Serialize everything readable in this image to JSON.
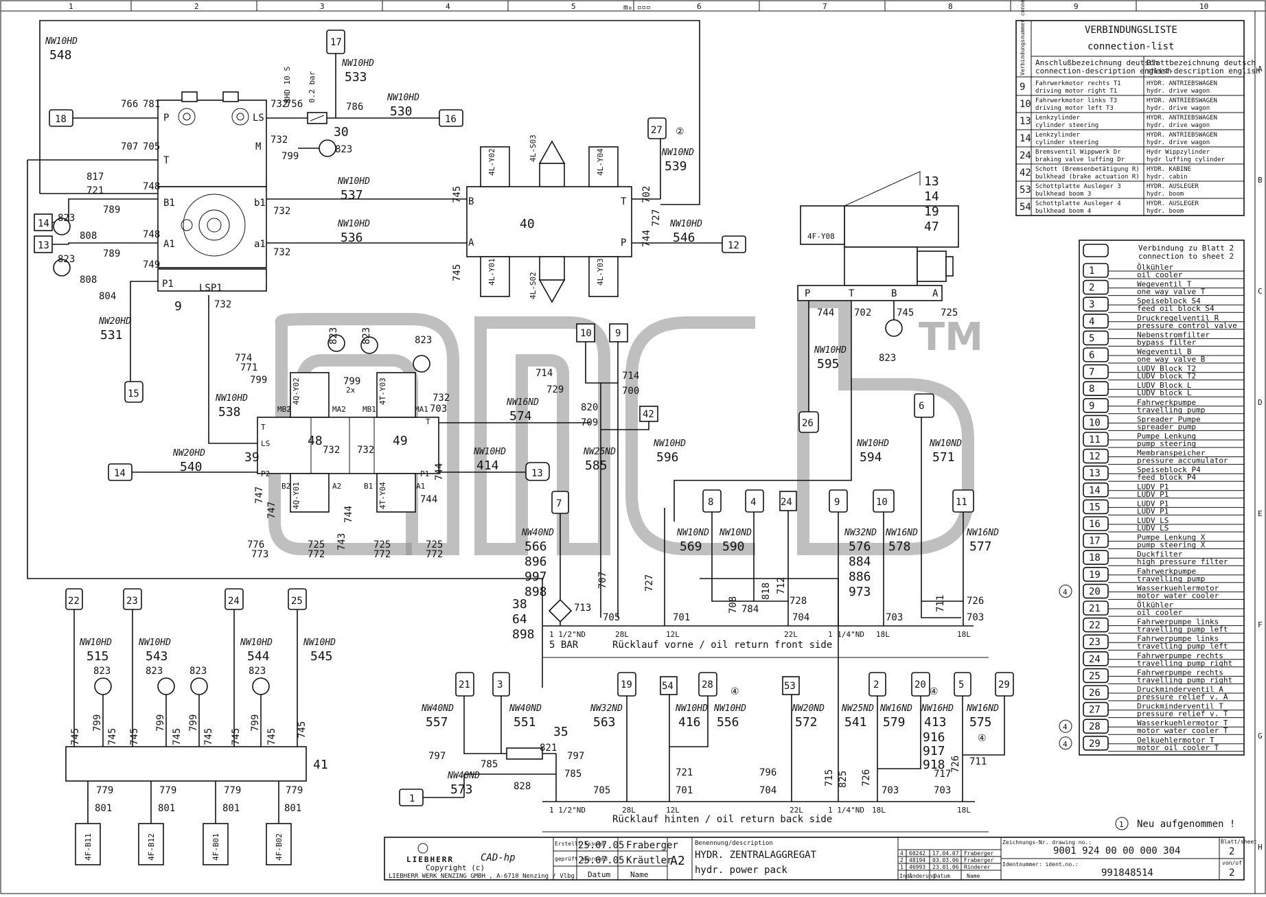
{
  "frame": {
    "columns": [
      "1",
      "2",
      "3",
      "4",
      "5",
      "6",
      "7",
      "8",
      "9",
      "10"
    ],
    "rows": [
      "A",
      "B",
      "C",
      "D",
      "E",
      "F",
      "G",
      "H"
    ]
  },
  "connection_list": {
    "title": "VERBINDUNGSLISTE",
    "subtitle": "connection-list",
    "side_header": "Verbindungsnummer connection-number",
    "col1_header": [
      "Anschlußbezeichnung deutsch",
      "connection-description english"
    ],
    "col2_header": [
      "Blattbezeichnung deutsch",
      "sheet-description english"
    ],
    "rows": [
      {
        "no": "9",
        "desc_de": "Fahrwerkmotor rechts T1",
        "desc_en": "driving motor right T1",
        "sheet_de": "HYDR. ANTRIEBSWAGEN",
        "sheet_en": "hydr. drive wagon"
      },
      {
        "no": "10",
        "desc_de": "Fahrwerkmotor links T3",
        "desc_en": "driving motor left T3",
        "sheet_de": "HYDR. ANTRIEBSWAGEN",
        "sheet_en": "hydr. drive wagon"
      },
      {
        "no": "13",
        "desc_de": "Lenkzylinder",
        "desc_en": "cylinder steering",
        "sheet_de": "HYDR. ANTRIEBSWAGEN",
        "sheet_en": "hydr. drive wagon"
      },
      {
        "no": "14",
        "desc_de": "Lenkzylinder",
        "desc_en": "cylinder steering",
        "sheet_de": "HYDR. ANTRIEBSWAGEN",
        "sheet_en": "hydr. drive wagon"
      },
      {
        "no": "24",
        "desc_de": "Bremsventil Wippwerk Dr",
        "desc_en": "braking valve luffing Dr",
        "sheet_de": "Hydr Wippzylinder",
        "sheet_en": "hydr luffing cylinder"
      },
      {
        "no": "42",
        "desc_de": "Schott (Bremsenbetätigung R)",
        "desc_en": "bulkhead (brake actuation R)",
        "sheet_de": "HYDR. KABINE",
        "sheet_en": "hydr. cabin"
      },
      {
        "no": "53",
        "desc_de": "Schottplatte Ausleger 3",
        "desc_en": "bulkhead boom 3",
        "sheet_de": "HYDR. AUSLEGER",
        "sheet_en": "hydr. boom"
      },
      {
        "no": "54",
        "desc_de": "Schottplatte Ausleger 4",
        "desc_en": "bulkhead boom 4",
        "sheet_de": "HYDR. AUSLEGER",
        "sheet_en": "hydr. boom"
      }
    ]
  },
  "legend": {
    "header_de": "Verbindung zu Blatt 2",
    "header_en": "connection to sheet 2",
    "items": [
      {
        "no": "1",
        "de": "Ölkühler",
        "en": "oil cooler",
        "mark": ""
      },
      {
        "no": "2",
        "de": "Wegeventil T",
        "en": "one way valve T",
        "mark": ""
      },
      {
        "no": "3",
        "de": "Speiseblock S4",
        "en": "feed oil block S4",
        "mark": ""
      },
      {
        "no": "4",
        "de": "Druckregelventil R",
        "en": "pressure control valve",
        "mark": ""
      },
      {
        "no": "5",
        "de": "Nebenstromfilter",
        "en": "bypass filter",
        "mark": ""
      },
      {
        "no": "6",
        "de": "Wegeventil B",
        "en": "one way valve B",
        "mark": ""
      },
      {
        "no": "7",
        "de": "LUDV Block T2",
        "en": "LUDV block T2",
        "mark": ""
      },
      {
        "no": "8",
        "de": "LUDV Block L",
        "en": "LUDV block L",
        "mark": ""
      },
      {
        "no": "9",
        "de": "Fahrwerkpumpe",
        "en": "travelling pump",
        "mark": ""
      },
      {
        "no": "10",
        "de": "Spreader Pumpe",
        "en": "spreader pump",
        "mark": ""
      },
      {
        "no": "11",
        "de": "Pumpe Lenkung",
        "en": "pump steering",
        "mark": ""
      },
      {
        "no": "12",
        "de": "Membranspeicher",
        "en": "pressure accumulator",
        "mark": ""
      },
      {
        "no": "13",
        "de": "Speiseblock P4",
        "en": "feed block P4",
        "mark": ""
      },
      {
        "no": "14",
        "de": "LUDV P1",
        "en": "LUDV P1",
        "mark": ""
      },
      {
        "no": "15",
        "de": "LUDV P1",
        "en": "LUDV P1",
        "mark": ""
      },
      {
        "no": "16",
        "de": "LUDV LS",
        "en": "LUDV LS",
        "mark": ""
      },
      {
        "no": "17",
        "de": "Pumpe Lenkung X",
        "en": "pump steering X",
        "mark": ""
      },
      {
        "no": "18",
        "de": "Duckfilter",
        "en": "high pressure filter",
        "mark": ""
      },
      {
        "no": "19",
        "de": "Fahrwerkpumpe",
        "en": "travelling pump",
        "mark": ""
      },
      {
        "no": "20",
        "de": "Wasserkuehlermotor",
        "en": "motor water cooler",
        "mark": "4"
      },
      {
        "no": "21",
        "de": "Ölkühler",
        "en": "oil cooler",
        "mark": ""
      },
      {
        "no": "22",
        "de": "Fahrwerpumpe links",
        "en": "travelling pump left",
        "mark": ""
      },
      {
        "no": "23",
        "de": "Fahrwerpumpe links",
        "en": "travelling pump left",
        "mark": ""
      },
      {
        "no": "24",
        "de": "Fahrwerpumpe rechts",
        "en": "travelling pump right",
        "mark": ""
      },
      {
        "no": "25",
        "de": "Fahrwerpumpe rechts",
        "en": "travelling pump right",
        "mark": ""
      },
      {
        "no": "26",
        "de": "Druckminderventil A",
        "en": "pressure relief v. A",
        "mark": ""
      },
      {
        "no": "27",
        "de": "Druckminderventil T",
        "en": "pressure relief v. T",
        "mark": ""
      },
      {
        "no": "28",
        "de": "Wasserkuehlermotor T",
        "en": "motor water cooler T",
        "mark": "4"
      },
      {
        "no": "29",
        "de": "Oelkuehlermotor T",
        "en": "motor oil cooler T",
        "mark": "4"
      }
    ],
    "note_mark": "1",
    "note": "Neu aufgenommen !"
  },
  "return_lines": {
    "front": "Rücklauf vorne / oil return front side",
    "back": "Rücklauf hinten / oil return back side",
    "front_pressure": "5 BAR"
  },
  "pipe_labels": {
    "p548": "NW10HD",
    "n548": "548",
    "p533": "NW10HD",
    "n533": "533",
    "p530": "NW10HD",
    "n530": "530",
    "p539": "NW10ND",
    "n539": "539",
    "p537": "NW10HD",
    "n537": "537",
    "p536": "NW10HD",
    "n536": "536",
    "p546": "NW10HD",
    "n546": "546",
    "p531": "NW20HD",
    "n531": "531",
    "p538": "NW10HD",
    "n538": "538",
    "p540": "NW20HD",
    "n540": "540",
    "p574": "NW16ND",
    "n574": "574",
    "p414": "NW10HD",
    "n414": "414",
    "p585": "NW25ND",
    "n585": "585",
    "p596": "NW10HD",
    "n596": "596",
    "p595": "NW10HD",
    "n595": "595",
    "p594": "NW10HD",
    "n594": "594",
    "p571": "NW10ND",
    "n571": "571",
    "p566": "NW40ND",
    "n566": "566",
    "p569": "NW10ND",
    "n569": "569",
    "p590": "NW10ND",
    "n590": "590",
    "p576": "NW32ND",
    "n576": "576",
    "p578": "NW16ND",
    "n578": "578",
    "p577": "NW16ND",
    "n577": "577",
    "p515": "NW10HD",
    "n515": "515",
    "p543": "NW10HD",
    "n543": "543",
    "p544": "NW10HD",
    "n544": "544",
    "p545": "NW10HD",
    "n545": "545",
    "p557": "NW40ND",
    "n557": "557",
    "p551": "NW40ND",
    "n551": "551",
    "p563": "NW32ND",
    "n563": "563",
    "p416": "NW10HD",
    "n416": "416",
    "p556": "NW10HD",
    "n556": "556",
    "p572": "NW20ND",
    "n572": "572",
    "p541": "NW25ND",
    "n541": "541",
    "p579": "NW16ND",
    "n579": "579",
    "p413": "NW16HD",
    "n413": "413",
    "p575": "NW16ND",
    "n575": "575",
    "p573": "NW40ND",
    "n573": "573"
  },
  "title_block": {
    "company": "LIEBHERR",
    "cad": "CAD-hp",
    "copyright": "Copyright (c)",
    "address": "LIEBHERR WERK NENZING GMBH , A-6710 Nenzing / Vlbg",
    "created_label": "Erstellt issued",
    "created_date": "25.07.05",
    "created_by": "Fraberger",
    "checked_label": "geprüft approved",
    "checked_date": "25.07.05",
    "checked_by": "Kräutler",
    "col_date": "Datum",
    "col_name": "Name",
    "format": "A2",
    "desc_label": "Benennung/description",
    "title_de": "HYDR. ZENTRALAGGREGAT",
    "title_en": "hydr. power pack",
    "revisions": [
      {
        "idx": "4",
        "change": "60242",
        "date": "17.04.07",
        "name": "Fraberger"
      },
      {
        "idx": "2",
        "change": "48194",
        "date": "03.03.06",
        "name": "Fraberger"
      },
      {
        "idx": "1",
        "change": "46993",
        "date": "23.01.06",
        "name": "Rinderer"
      }
    ],
    "rev_headers": [
      "Ind.",
      "Änderung",
      "Datum",
      "Name"
    ],
    "drawing_label": "Zeichnungs-Nr. drawing no.:",
    "drawing_no": "9001 924 00 00 000 304",
    "ident_label": "Identnummer: ident.no.:",
    "ident_no": "991848514",
    "sheet_label": "Blatt/sheet",
    "sheet_no": "2",
    "of_label": "von/of",
    "of_no": "2"
  }
}
